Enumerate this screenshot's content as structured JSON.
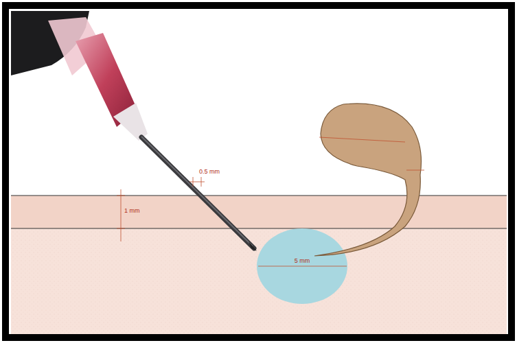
{
  "diagram": {
    "nodes": [
      {
        "text": [
          "5 mm"
        ]
      }
    ],
    "labels": [
      "0.5 mm",
      "1 mm"
    ]
  }
}
